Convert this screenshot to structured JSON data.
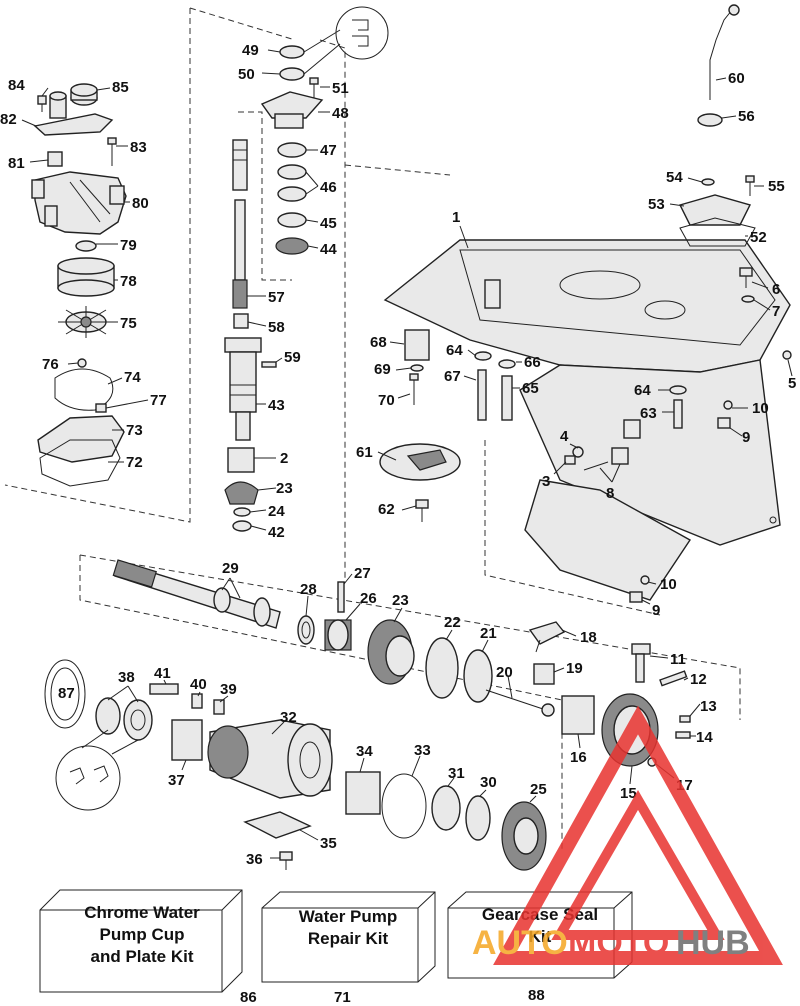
{
  "diagram": {
    "callouts": [
      {
        "id": "1",
        "label": "1"
      },
      {
        "id": "2",
        "label": "2"
      },
      {
        "id": "3",
        "label": "3"
      },
      {
        "id": "4",
        "label": "4"
      },
      {
        "id": "5",
        "label": "5"
      },
      {
        "id": "6",
        "label": "6"
      },
      {
        "id": "7",
        "label": "7"
      },
      {
        "id": "8",
        "label": "8"
      },
      {
        "id": "9a",
        "label": "9"
      },
      {
        "id": "10a",
        "label": "10"
      },
      {
        "id": "10b",
        "label": "10"
      },
      {
        "id": "9b",
        "label": "9"
      },
      {
        "id": "11",
        "label": "11"
      },
      {
        "id": "12",
        "label": "12"
      },
      {
        "id": "13",
        "label": "13"
      },
      {
        "id": "14",
        "label": "14"
      },
      {
        "id": "15",
        "label": "15"
      },
      {
        "id": "16",
        "label": "16"
      },
      {
        "id": "17",
        "label": "17"
      },
      {
        "id": "18",
        "label": "18"
      },
      {
        "id": "19",
        "label": "19"
      },
      {
        "id": "20",
        "label": "20"
      },
      {
        "id": "21",
        "label": "21"
      },
      {
        "id": "22",
        "label": "22"
      },
      {
        "id": "23a",
        "label": "23"
      },
      {
        "id": "23b",
        "label": "23"
      },
      {
        "id": "24",
        "label": "24"
      },
      {
        "id": "25",
        "label": "25"
      },
      {
        "id": "26",
        "label": "26"
      },
      {
        "id": "27",
        "label": "27"
      },
      {
        "id": "28",
        "label": "28"
      },
      {
        "id": "29",
        "label": "29"
      },
      {
        "id": "30",
        "label": "30"
      },
      {
        "id": "31",
        "label": "31"
      },
      {
        "id": "32",
        "label": "32"
      },
      {
        "id": "33",
        "label": "33"
      },
      {
        "id": "34",
        "label": "34"
      },
      {
        "id": "35",
        "label": "35"
      },
      {
        "id": "36",
        "label": "36"
      },
      {
        "id": "37",
        "label": "37"
      },
      {
        "id": "38",
        "label": "38"
      },
      {
        "id": "39",
        "label": "39"
      },
      {
        "id": "40",
        "label": "40"
      },
      {
        "id": "41",
        "label": "41"
      },
      {
        "id": "42",
        "label": "42"
      },
      {
        "id": "43",
        "label": "43"
      },
      {
        "id": "44",
        "label": "44"
      },
      {
        "id": "45",
        "label": "45"
      },
      {
        "id": "46",
        "label": "46"
      },
      {
        "id": "47",
        "label": "47"
      },
      {
        "id": "48",
        "label": "48"
      },
      {
        "id": "49",
        "label": "49"
      },
      {
        "id": "50",
        "label": "50"
      },
      {
        "id": "51",
        "label": "51"
      },
      {
        "id": "52",
        "label": "52"
      },
      {
        "id": "53",
        "label": "53"
      },
      {
        "id": "54",
        "label": "54"
      },
      {
        "id": "55",
        "label": "55"
      },
      {
        "id": "56",
        "label": "56"
      },
      {
        "id": "57",
        "label": "57"
      },
      {
        "id": "58",
        "label": "58"
      },
      {
        "id": "59",
        "label": "59"
      },
      {
        "id": "60",
        "label": "60"
      },
      {
        "id": "61",
        "label": "61"
      },
      {
        "id": "62",
        "label": "62"
      },
      {
        "id": "63",
        "label": "63"
      },
      {
        "id": "64a",
        "label": "64"
      },
      {
        "id": "64b",
        "label": "64"
      },
      {
        "id": "65",
        "label": "65"
      },
      {
        "id": "66",
        "label": "66"
      },
      {
        "id": "67",
        "label": "67"
      },
      {
        "id": "68",
        "label": "68"
      },
      {
        "id": "69",
        "label": "69"
      },
      {
        "id": "70",
        "label": "70"
      },
      {
        "id": "72",
        "label": "72"
      },
      {
        "id": "73",
        "label": "73"
      },
      {
        "id": "74",
        "label": "74"
      },
      {
        "id": "75",
        "label": "75"
      },
      {
        "id": "76",
        "label": "76"
      },
      {
        "id": "77",
        "label": "77"
      },
      {
        "id": "78",
        "label": "78"
      },
      {
        "id": "79",
        "label": "79"
      },
      {
        "id": "80",
        "label": "80"
      },
      {
        "id": "81",
        "label": "81"
      },
      {
        "id": "82",
        "label": "82"
      },
      {
        "id": "83",
        "label": "83"
      },
      {
        "id": "84",
        "label": "84"
      },
      {
        "id": "85",
        "label": "85"
      },
      {
        "id": "87",
        "label": "87"
      }
    ],
    "kits": [
      {
        "id": "chrome-kit",
        "lines": [
          "Chrome Water",
          "Pump Cup",
          "and Plate Kit"
        ],
        "number": "86"
      },
      {
        "id": "pump-kit",
        "lines": [
          "Water Pump",
          "Repair Kit"
        ],
        "number": "71"
      },
      {
        "id": "seal-kit",
        "lines": [
          "Gearcase Seal",
          "Kit"
        ],
        "number": "88"
      }
    ]
  },
  "watermark": {
    "part1": "AUTO",
    "part2": "MOTO",
    "part3": "HUB",
    "color_red": "#e8322f",
    "color_orange": "#f5a623",
    "color_gray": "#6b6b6b"
  }
}
